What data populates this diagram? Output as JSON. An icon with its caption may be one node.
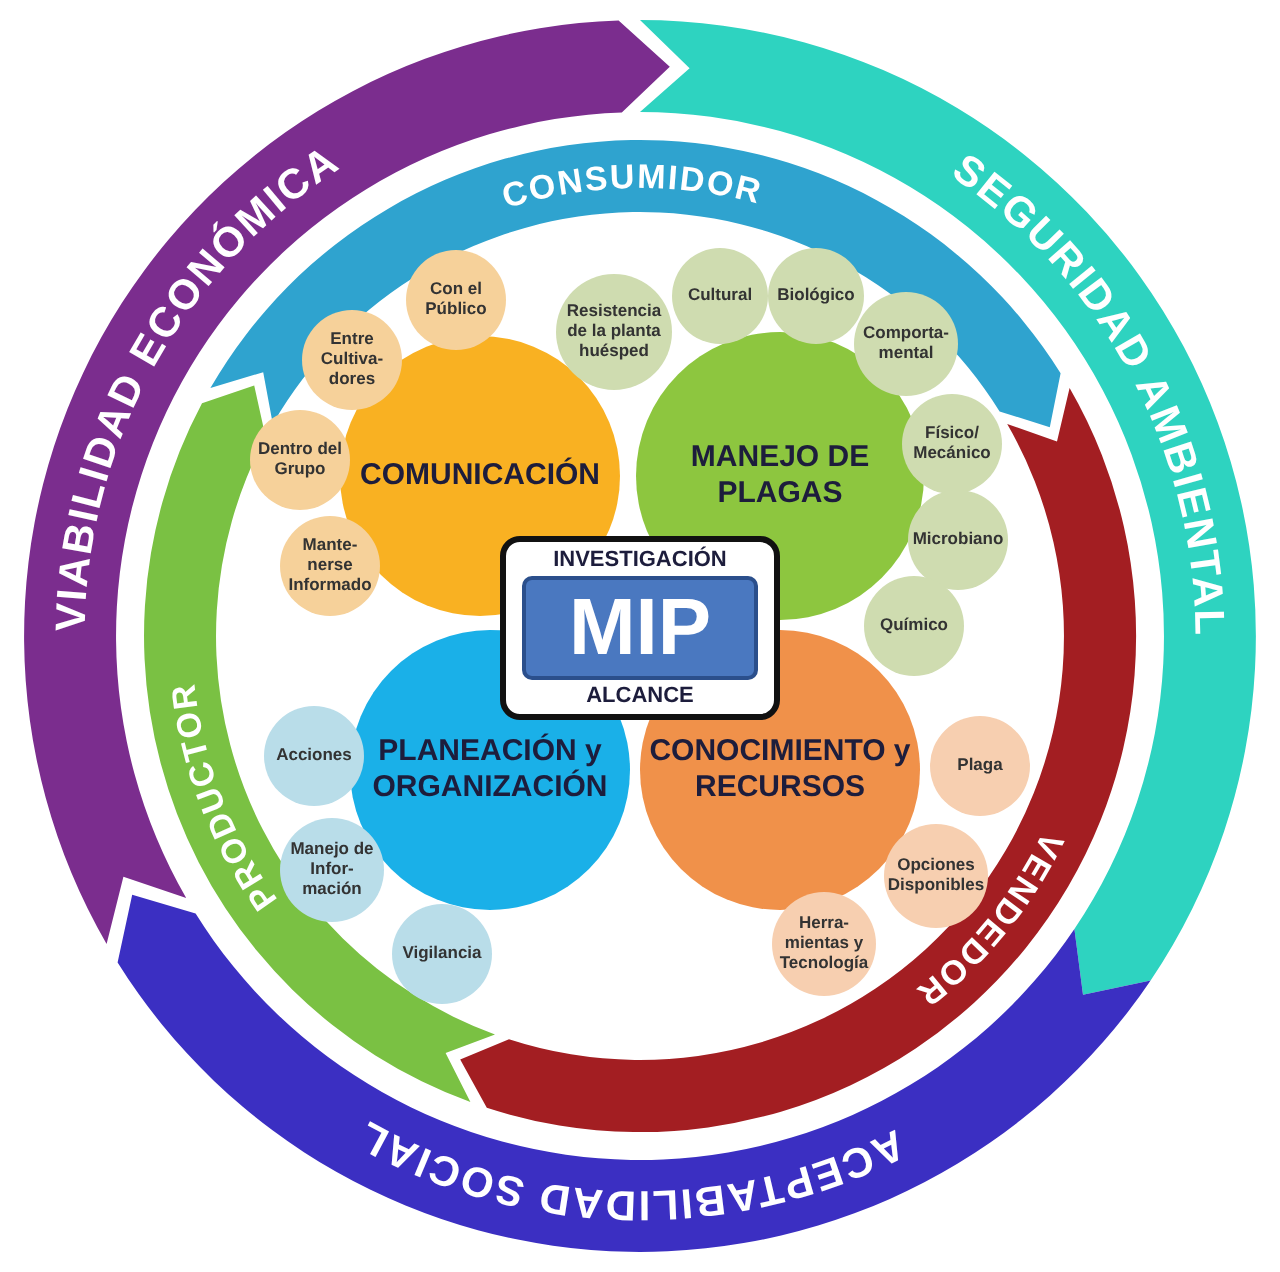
{
  "diagram": {
    "nodes": [
      {
        "text": [
          "VIABILIDAD ECONÓMICA"
        ]
      },
      {
        "text": [
          "SEGURIDAD AMBIENTAL"
        ]
      },
      {
        "text": [
          "ACEPTABILIDAD SOCIAL"
        ]
      },
      {
        "text": [
          "CONSUMIDOR"
        ]
      },
      {
        "text": [
          "VENDEDOR"
        ]
      },
      {
        "text": [
          "PRODUCTOR"
        ]
      },
      {
        "text": [
          "INVESTIGACIÓN",
          "MIP",
          "ALCANCE"
        ]
      },
      {
        "text": [
          "COMUNICACIÓN"
        ]
      },
      {
        "text": [
          "MANEJO DE PLAGAS"
        ]
      },
      {
        "text": [
          "PLANEACIÓN y ORGANIZACIÓN"
        ]
      },
      {
        "text": [
          "CONOCIMIENTO y RECURSOS"
        ]
      },
      {
        "text": [
          "Con el Público"
        ]
      },
      {
        "text": [
          "Entre Cultiva- dores"
        ]
      },
      {
        "text": [
          "Dentro del Grupo"
        ]
      },
      {
        "text": [
          "Mante- nerse Informado"
        ]
      },
      {
        "text": [
          "Resistencia de la planta huésped"
        ]
      },
      {
        "text": [
          "Cultural"
        ]
      },
      {
        "text": [
          "Biológico"
        ]
      },
      {
        "text": [
          "Comporta- mental"
        ]
      },
      {
        "text": [
          "Físico/ Mecánico"
        ]
      },
      {
        "text": [
          "Microbiano"
        ]
      },
      {
        "text": [
          "Químico"
        ]
      },
      {
        "text": [
          "Acciones"
        ]
      },
      {
        "text": [
          "Manejo de Infor- mación"
        ]
      },
      {
        "text": [
          "Vigilancia"
        ]
      },
      {
        "text": [
          "Plaga"
        ]
      },
      {
        "text": [
          "Opciones Disponibles"
        ]
      },
      {
        "text": [
          "Herra- mientas y Tecnología"
        ]
      }
    ]
  }
}
